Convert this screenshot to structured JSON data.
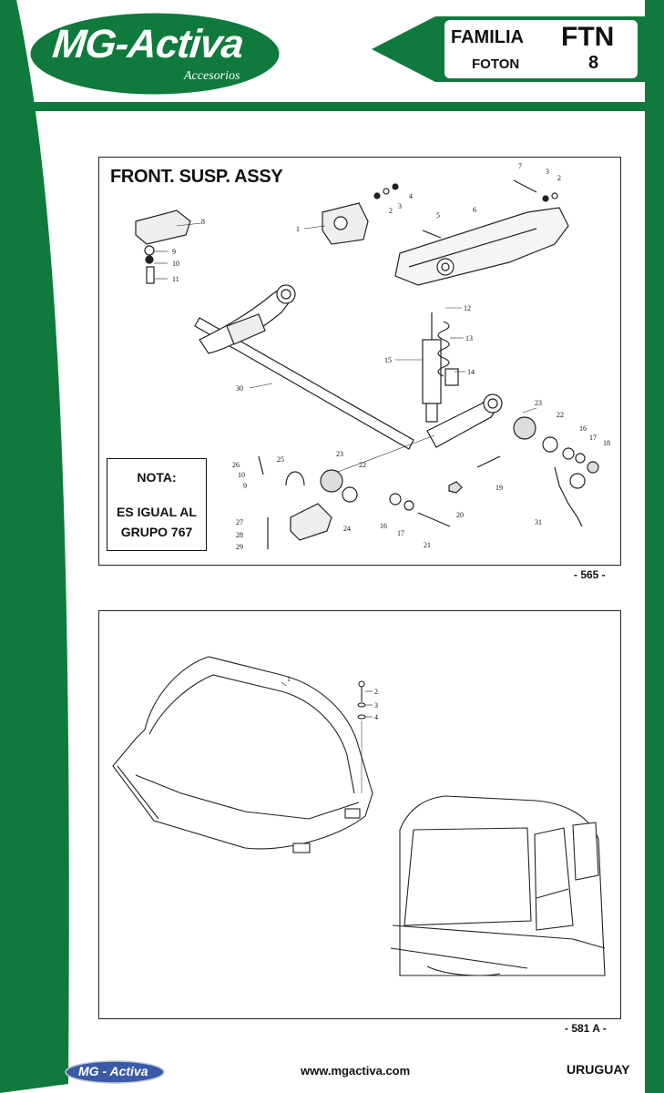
{
  "brand": {
    "logo_main": "MG-Activa",
    "logo_sub": "Accesorios",
    "footer_logo": "MG - Activa"
  },
  "header": {
    "familia_label": "FAMILIA",
    "familia_code": "FTN",
    "brand_name": "FOTON",
    "page_number": "8"
  },
  "diagram_1": {
    "title": "FRONT. SUSP. ASSY",
    "reference": "- 565 -",
    "nota": {
      "heading": "NOTA:",
      "line1": "ES IGUAL AL",
      "line2": "GRUPO 767"
    },
    "callouts": [
      "1",
      "2",
      "3",
      "4",
      "5",
      "6",
      "7",
      "3",
      "2",
      "8",
      "9",
      "10",
      "11",
      "12",
      "13",
      "14",
      "15",
      "30",
      "23",
      "22",
      "16",
      "17",
      "18",
      "26",
      "25",
      "10",
      "9",
      "23",
      "22",
      "19",
      "20",
      "16",
      "17",
      "21",
      "31",
      "27",
      "28",
      "29",
      "24"
    ]
  },
  "diagram_2": {
    "reference": "- 581 A -",
    "callouts": [
      "1",
      "2",
      "3",
      "4"
    ]
  },
  "footer": {
    "website": "www.mgactiva.com",
    "country": "URUGUAY"
  },
  "colors": {
    "brand_green": "#0f7a3c",
    "dark_green": "#0a5e2c"
  }
}
